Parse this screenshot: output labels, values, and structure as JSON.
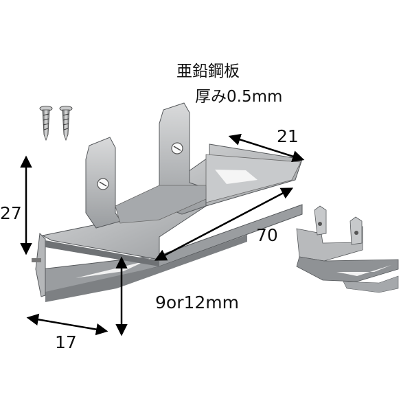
{
  "material": {
    "line1": "亜鉛鋼板",
    "line2": "厚み0.5mm"
  },
  "dimensions": {
    "height": "27",
    "width": "17",
    "depth": "21",
    "length": "70",
    "thickness": "9or12mm"
  },
  "colors": {
    "metal_light": "#d8d8d8",
    "metal_mid": "#b2b4b6",
    "metal_dark": "#7c7f82",
    "shadow": "#5b5e61",
    "arrow": "#000000"
  }
}
